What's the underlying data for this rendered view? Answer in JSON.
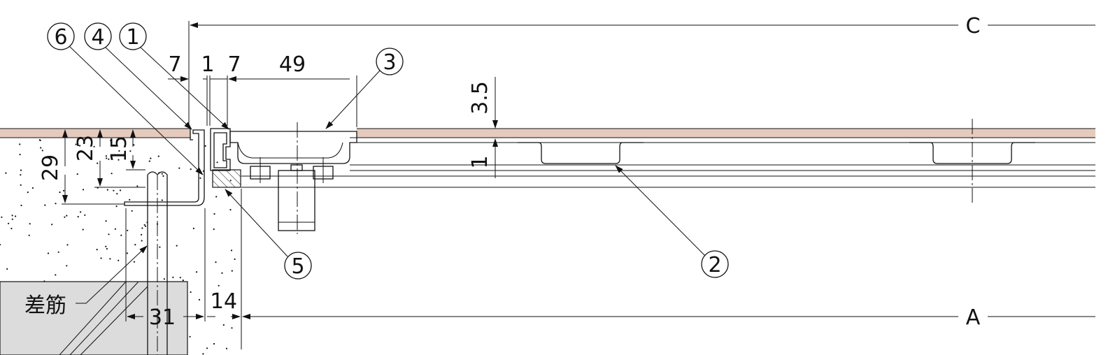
{
  "title": "Floor joint section detail",
  "colors": {
    "finish": "#e5cbbd",
    "base": "#dcdcdc",
    "line": "#111111"
  },
  "callouts": {
    "c1": "1",
    "c2": "2",
    "c3": "3",
    "c4": "4",
    "c5": "5",
    "c6": "6"
  },
  "dimensions": {
    "d7a": "7",
    "d1": "1",
    "d7b": "7",
    "d49": "49",
    "d35": "3.5",
    "d1v": "1",
    "d29": "29",
    "d23": "23",
    "d15": "15",
    "d31": "31",
    "d14": "14",
    "C": "C",
    "A": "A"
  },
  "labels": {
    "rebar": "差筋"
  }
}
